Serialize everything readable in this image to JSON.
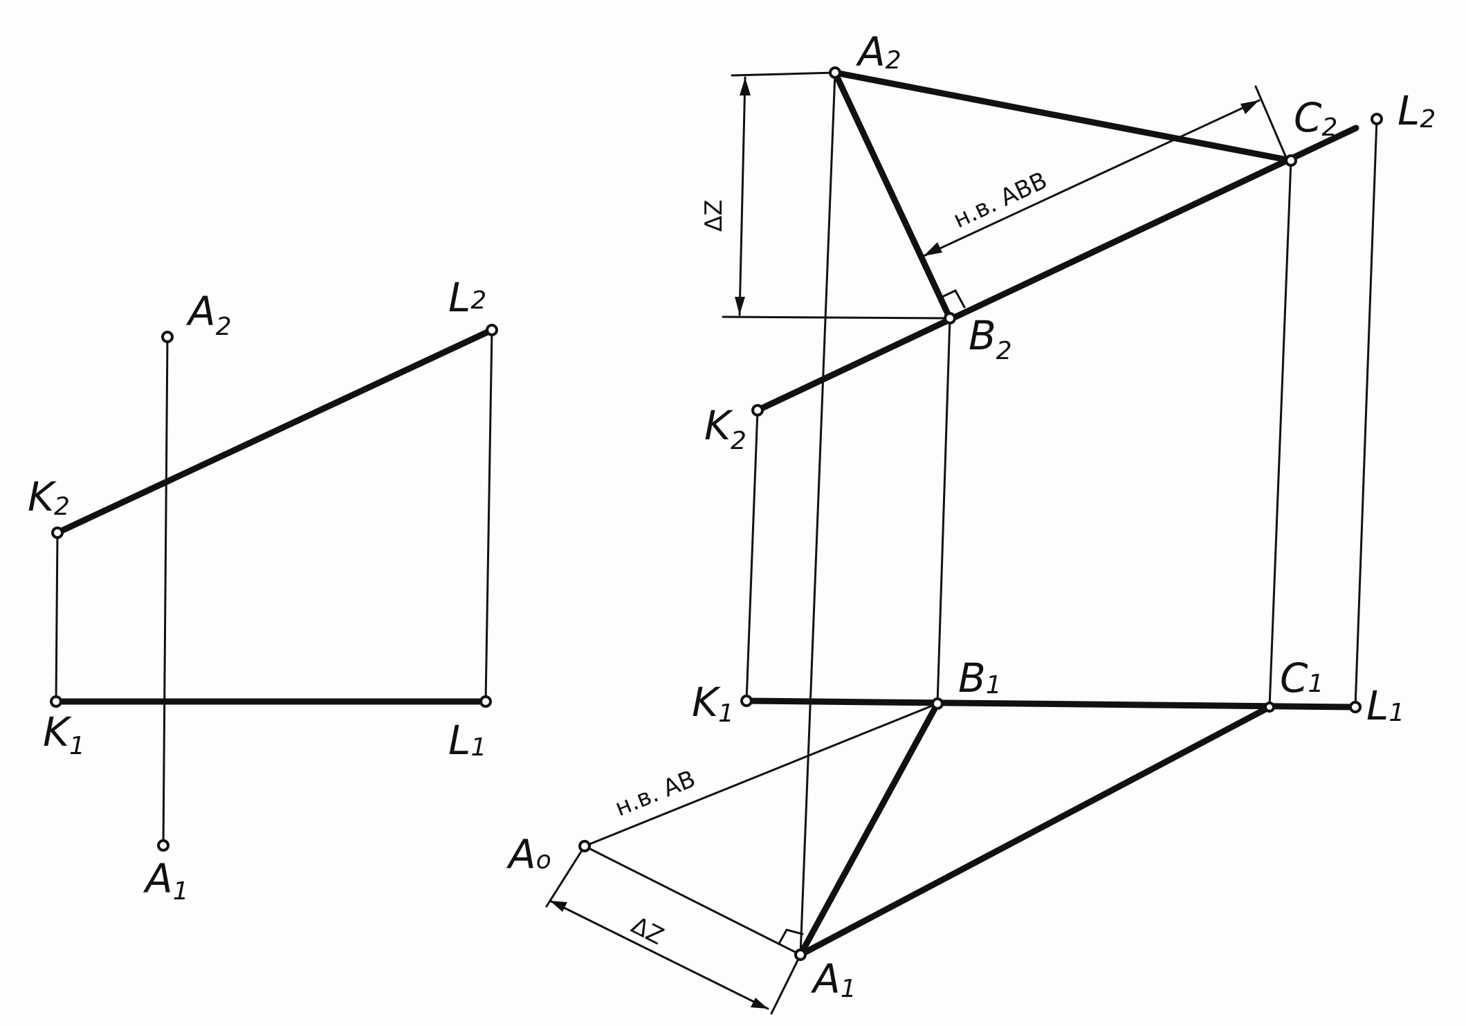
{
  "labels": {
    "left_A2": "A",
    "left_A2_sub": "2",
    "left_L2": "L",
    "left_L2_sub": "2",
    "left_K2": "K",
    "left_K2_sub": "2",
    "left_K1": "K",
    "left_K1_sub": "1",
    "left_L1": "L",
    "left_L1_sub": "1",
    "left_A1": "A",
    "left_A1_sub": "1",
    "right_A2": "A",
    "right_A2_sub": "2",
    "right_C2": "C",
    "right_C2_sub": "2",
    "right_L2": "L",
    "right_L2_sub": "2",
    "right_B2": "B",
    "right_B2_sub": "2",
    "right_K2": "K",
    "right_K2_sub": "2",
    "right_K1": "K",
    "right_K1_sub": "1",
    "right_B1": "B",
    "right_B1_sub": "1",
    "right_C1": "C",
    "right_C1_sub": "1",
    "right_L1": "L",
    "right_L1_sub": "1",
    "right_A0": "A",
    "right_A0_sub": "o",
    "right_A1": "A",
    "right_A1_sub": "1"
  },
  "annotations": {
    "true_length_top": "н.в. ABB",
    "true_length_bottom": "н.в. AB",
    "delta_z_vertical": "ΔZ",
    "delta_z_bottom": "ΔZ"
  }
}
